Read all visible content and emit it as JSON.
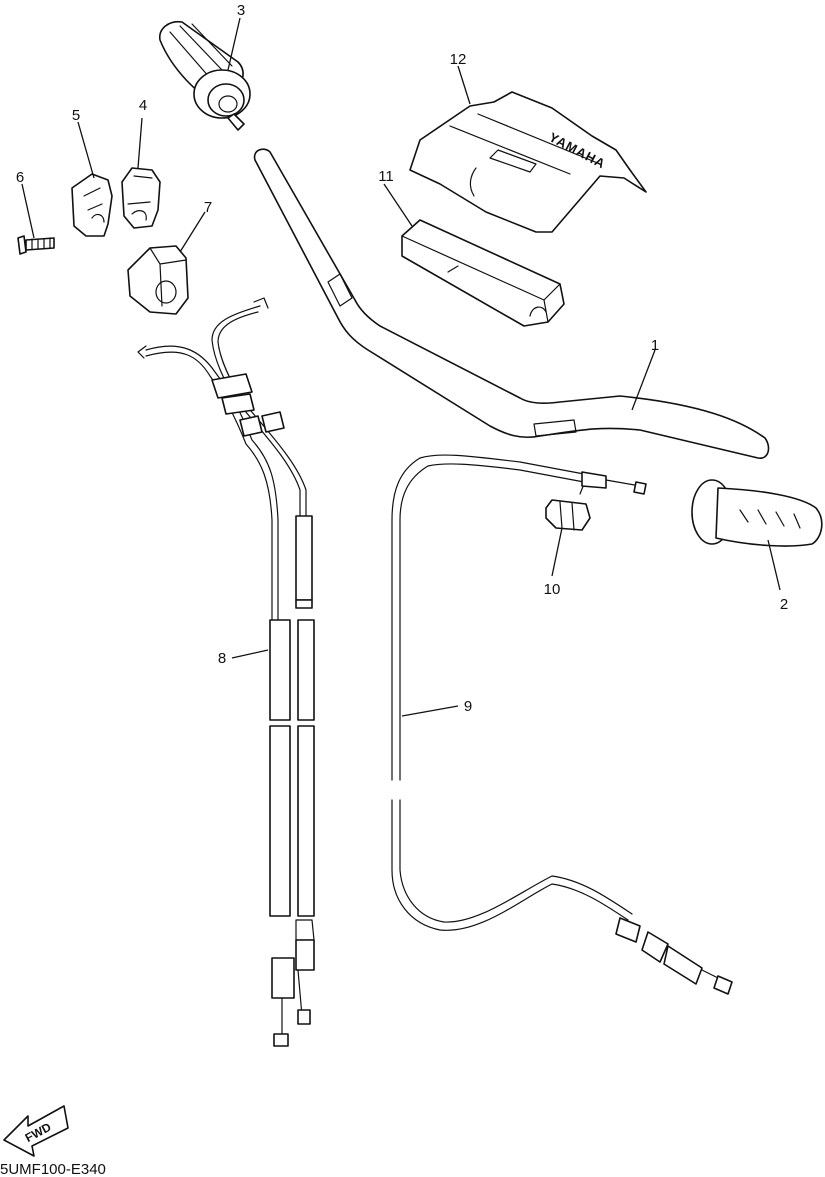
{
  "diagram_code": "5UMF100-E340",
  "fwd_label": "FWD",
  "callouts": [
    {
      "id": "1",
      "label": "1"
    },
    {
      "id": "2",
      "label": "2"
    },
    {
      "id": "3",
      "label": "3"
    },
    {
      "id": "4",
      "label": "4"
    },
    {
      "id": "5",
      "label": "5"
    },
    {
      "id": "6",
      "label": "6"
    },
    {
      "id": "7",
      "label": "7"
    },
    {
      "id": "8",
      "label": "8"
    },
    {
      "id": "9",
      "label": "9"
    },
    {
      "id": "10",
      "label": "10"
    },
    {
      "id": "11",
      "label": "11"
    },
    {
      "id": "12",
      "label": "12"
    }
  ],
  "pad_logo_text": "YAMAHA",
  "icons": [
    "fwd-arrow-icon"
  ]
}
